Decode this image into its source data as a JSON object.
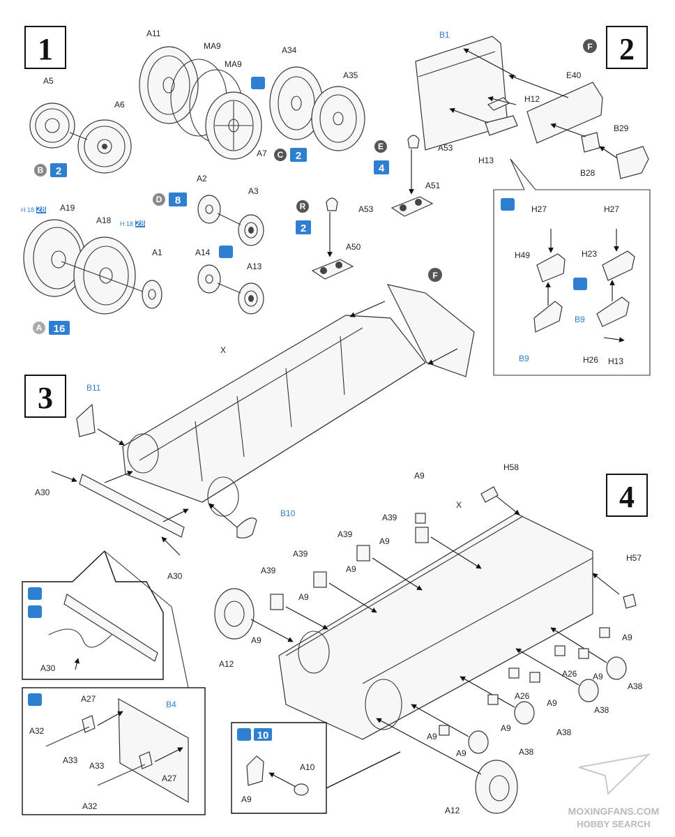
{
  "steps": [
    "1",
    "2",
    "3",
    "4"
  ],
  "step1": {
    "labels": [
      "A11",
      "MA9",
      "MA9",
      "A34",
      "A35",
      "A5",
      "A6",
      "A7",
      "A2",
      "A3",
      "A14",
      "A13",
      "A19",
      "A18",
      "A1"
    ],
    "small_ref": "H 18",
    "small_ref_num": "28",
    "badges": [
      {
        "letter": "B",
        "qty": "2"
      },
      {
        "letter": "C",
        "qty": "2"
      },
      {
        "letter": "D",
        "qty": "8"
      },
      {
        "letter": "A",
        "qty": "16"
      }
    ]
  },
  "step2": {
    "labels": [
      "B1",
      "E40",
      "H12",
      "B29",
      "H13",
      "B28"
    ],
    "badge_letter": "F",
    "blue_labels": [
      "B1"
    ]
  },
  "sub_mounts": {
    "E_letter": "E",
    "E_qty": "4",
    "R_letter": "R",
    "R_qty": "2",
    "labels": [
      "A53",
      "A51",
      "A53",
      "A50"
    ]
  },
  "detail2": {
    "labels": [
      "H27",
      "H27",
      "H49",
      "H23",
      "H26",
      "H13"
    ],
    "blue_labels": [
      "B9",
      "B9"
    ]
  },
  "step3": {
    "labels": [
      "X",
      "A30",
      "A30"
    ],
    "blue_labels": [
      "B11",
      "B10"
    ],
    "hull_badge": "F"
  },
  "detail3a": {
    "labels": [
      "A30"
    ]
  },
  "detail3b": {
    "labels": [
      "A27",
      "A32",
      "A33",
      "A33",
      "A27",
      "A32"
    ],
    "blue_label": "B4"
  },
  "step4": {
    "labels": [
      "H58",
      "A9",
      "X",
      "A39",
      "A9",
      "A39",
      "A9",
      "A39",
      "A9",
      "A39",
      "A9",
      "A9",
      "A12",
      "H57",
      "A9",
      "A26",
      "A9",
      "A38",
      "A26",
      "A9",
      "A38",
      "A9",
      "A38",
      "A9",
      "A38",
      "A12"
    ]
  },
  "detail4": {
    "qty": "10",
    "labels": [
      "A10",
      "A9"
    ]
  },
  "watermark": {
    "line1": "MOXINGFANS.COM",
    "line2": "HOBBY SEARCH"
  },
  "colors": {
    "accent_blue": "#2f7fd0",
    "badge_gray": "#555555",
    "line": "#333333"
  }
}
